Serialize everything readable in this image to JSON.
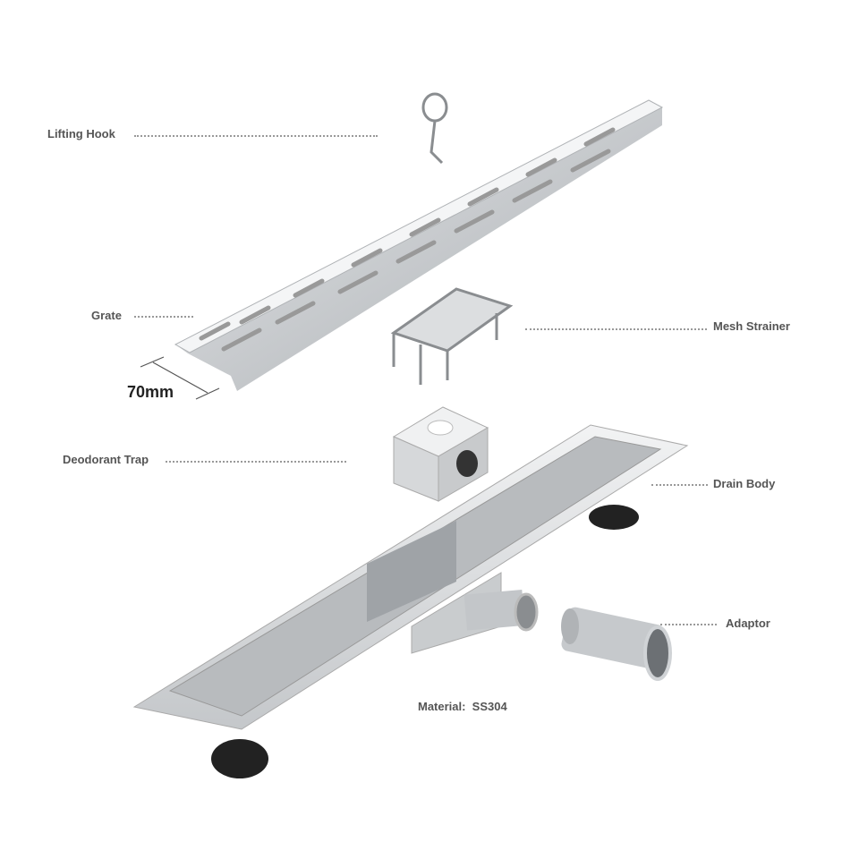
{
  "labels": {
    "lifting_hook": "Lifting Hook",
    "grate": "Grate",
    "mesh_strainer": "Mesh Strainer",
    "deodorant_trap": "Deodorant Trap",
    "drain_body": "Drain Body",
    "adaptor": "Adaptor",
    "width_dimension": "70mm",
    "material": "Material:  SS304"
  },
  "colors": {
    "label_text": "#555555",
    "steel": "#d4d6d8",
    "dark_feet": "#222222"
  }
}
